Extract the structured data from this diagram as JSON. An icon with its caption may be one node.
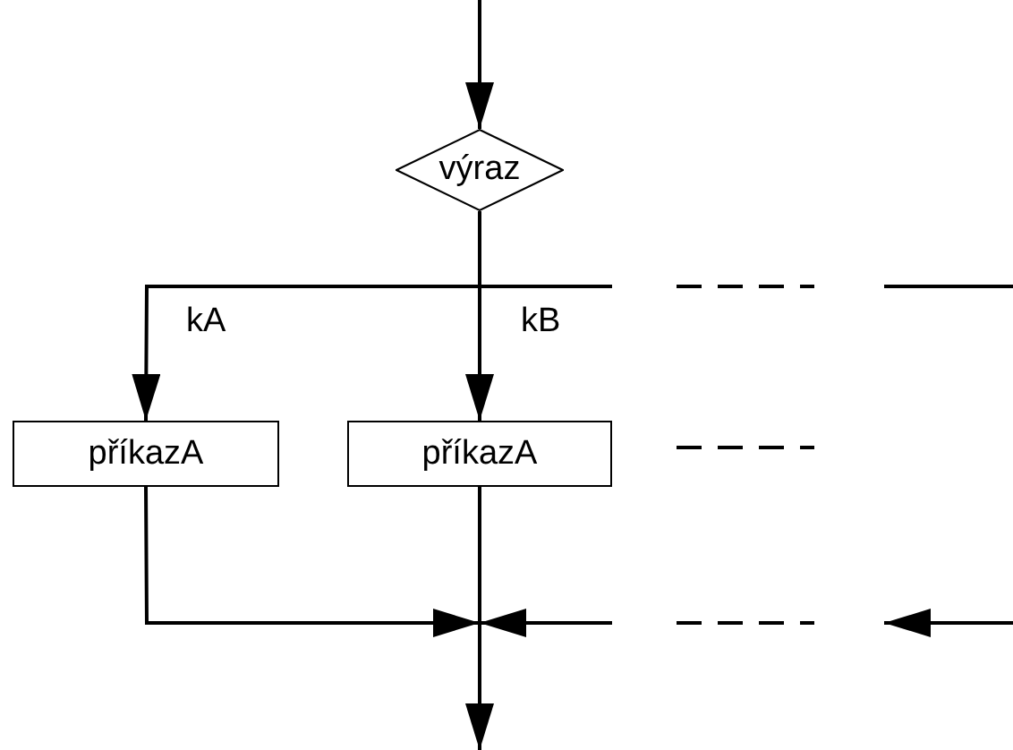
{
  "diagram": {
    "nodes": [
      {
        "text": [
          "výraz"
        ]
      },
      {
        "text": [
          "příkazA"
        ]
      },
      {
        "text": [
          "příkazA"
        ]
      }
    ],
    "edges": [
      {
        "from": null,
        "to": 0,
        "arrow": "to"
      },
      {
        "from": 0,
        "to": 1,
        "arrow": "to",
        "label": "kA"
      },
      {
        "from": 0,
        "to": 2,
        "arrow": "to",
        "label": "kB"
      },
      {
        "from": 1,
        "to": null,
        "arrow": "to"
      },
      {
        "from": 2,
        "to": null,
        "arrow": "to"
      }
    ]
  }
}
